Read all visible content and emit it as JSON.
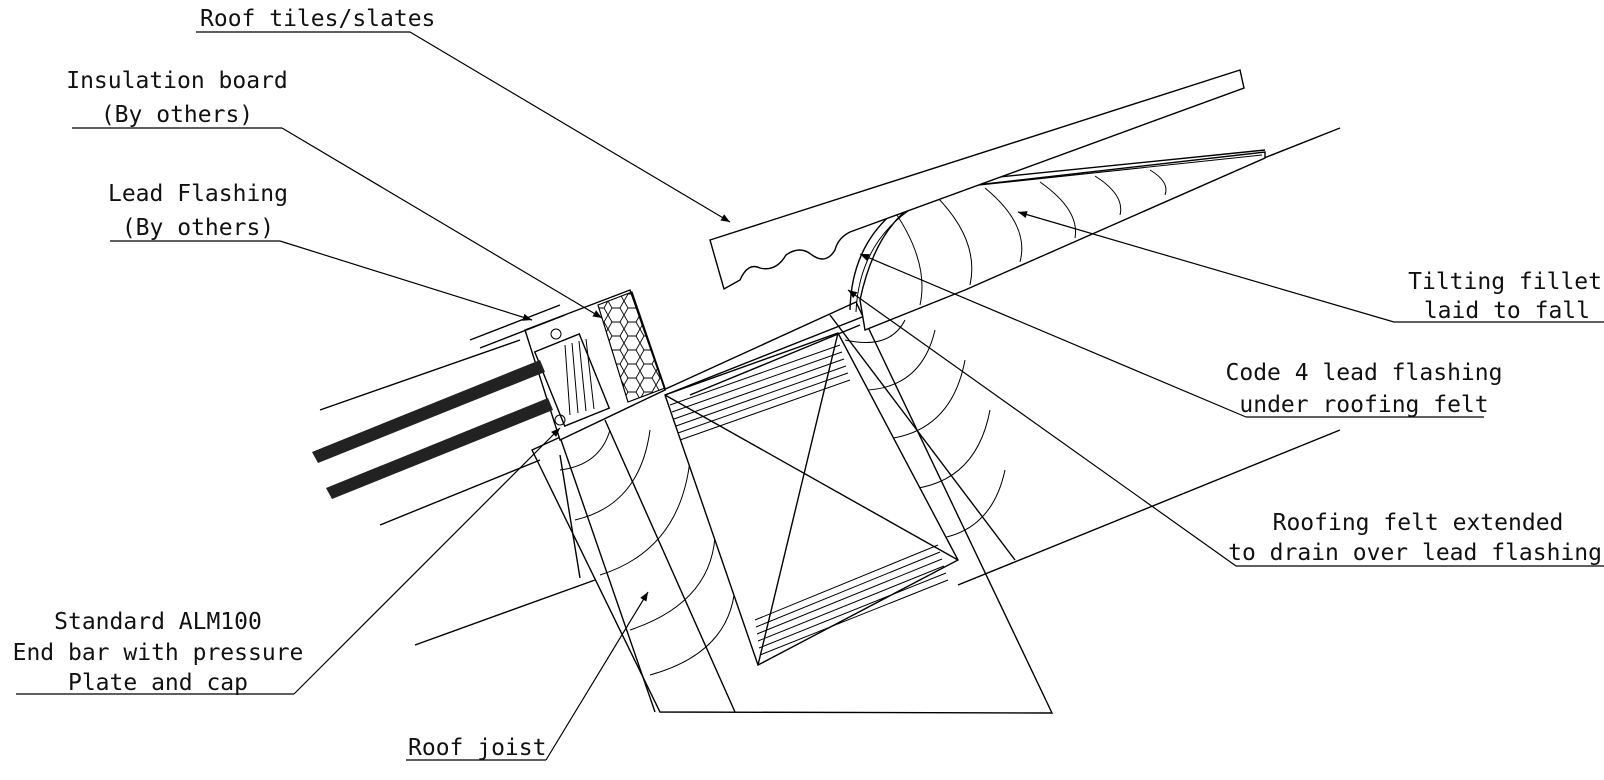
{
  "labels": {
    "roof_tiles": "Roof tiles/slates",
    "insulation_1": "Insulation board",
    "insulation_2": "(By others)",
    "lead_flashing_1": "Lead Flashing",
    "lead_flashing_2": "(By others)",
    "tilting_fillet_1": "Tilting fillet",
    "tilting_fillet_2": "laid to fall",
    "code4_1": "Code 4 lead flashing",
    "code4_2": "under roofing felt",
    "roofing_felt_1": "Roofing felt extended",
    "roofing_felt_2": "to drain over lead flashing",
    "alm100_1": "Standard ALM100",
    "alm100_2": "End bar with pressure",
    "alm100_3": "Plate and cap",
    "roof_joist": "Roof joist"
  },
  "colors": {
    "line": "#000000",
    "background": "#ffffff"
  }
}
